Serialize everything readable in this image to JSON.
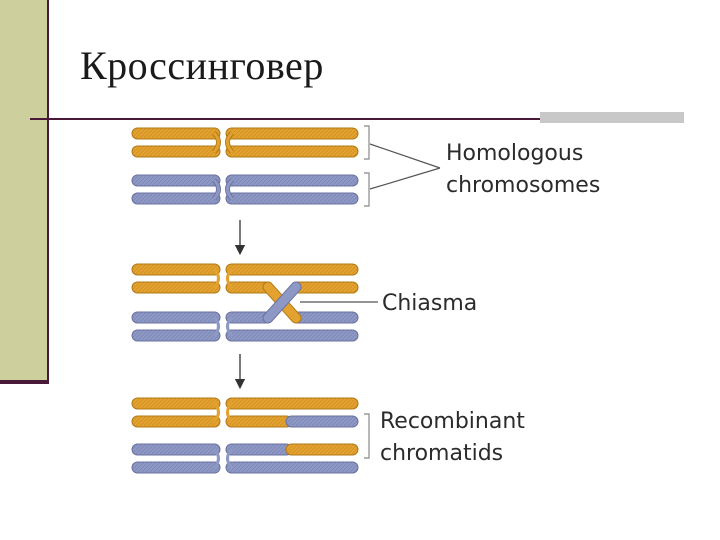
{
  "slide": {
    "title": "Кроссинговер"
  },
  "diagram": {
    "labels": {
      "homologous_line1": "Homologous",
      "homologous_line2": "chromosomes",
      "chiasma": "Chiasma",
      "recombinant_line1": "Recombinant",
      "recombinant_line2": "chromatids"
    },
    "colors": {
      "maternal": "#e3a12f",
      "paternal": "#8e98c4",
      "outline": "#6a6a6a",
      "accent": "#4a1838",
      "band": "#cdcf9d"
    }
  }
}
